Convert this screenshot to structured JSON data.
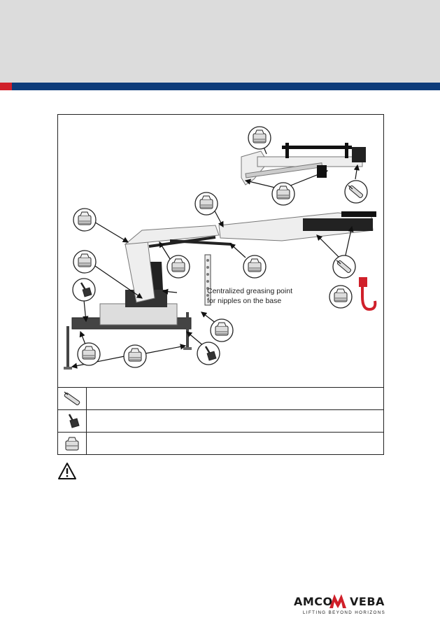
{
  "figure": {
    "callout_line1": "Centralized greasing point",
    "callout_line2": "for nipples on the base"
  },
  "legend": {
    "rows": [
      {
        "icon": "grease-gun-icon",
        "text": ""
      },
      {
        "icon": "brush-icon",
        "text": ""
      },
      {
        "icon": "grease-nipple-icon",
        "text": ""
      }
    ]
  },
  "warning": {
    "icon": "warning-triangle-icon"
  },
  "logo": {
    "word_left": "AMCO",
    "word_right": "VEBA",
    "tagline": "LIFTING BEYOND HORIZONS",
    "accent_color": "#d0202a"
  },
  "colors": {
    "header_gray": "#dcdcdc",
    "stripe_red": "#d0202a",
    "stripe_blue": "#0e3c7a"
  }
}
